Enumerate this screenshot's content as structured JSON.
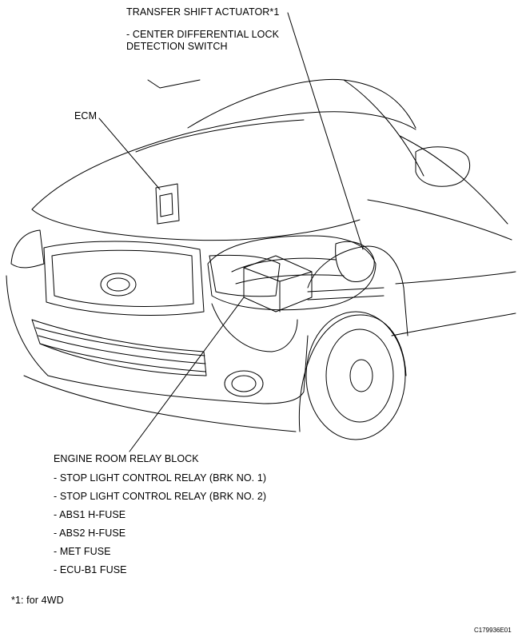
{
  "labels": {
    "transfer_actuator": {
      "title": "TRANSFER SHIFT ACTUATOR*1",
      "items": [
        "- CENTER DIFFERENTIAL LOCK",
        "DETECTION SWITCH"
      ]
    },
    "ecm": "ECM",
    "relay_block": {
      "title": "ENGINE ROOM RELAY BLOCK",
      "items": [
        "- STOP LIGHT CONTROL RELAY (BRK NO. 1)",
        "- STOP LIGHT CONTROL RELAY (BRK NO. 2)",
        "- ABS1 H-FUSE",
        "- ABS2 H-FUSE",
        "- MET FUSE",
        "- ECU-B1 FUSE"
      ]
    },
    "footnote": "*1: for 4WD",
    "figure_code": "C179936E01"
  }
}
